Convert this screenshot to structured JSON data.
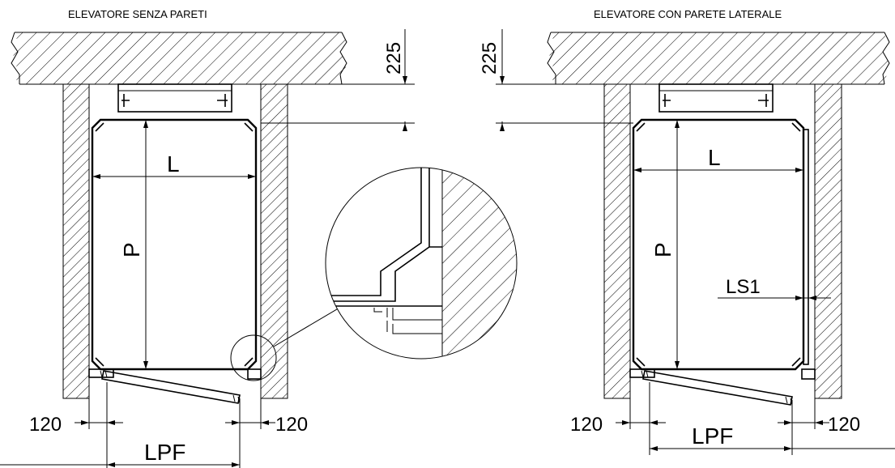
{
  "titles": {
    "left": "ELEVATORE SENZA PARETI",
    "right": "ELEVATORE CON PARETE LATERALE"
  },
  "left_view": {
    "dim_top": "225",
    "dim_width": "L",
    "dim_depth": "P",
    "dim_side_left": "120",
    "dim_side_right": "120",
    "dim_door": "LPF"
  },
  "right_view": {
    "dim_top": "225",
    "dim_width": "L",
    "dim_depth": "P",
    "dim_side_wall": "LS1",
    "dim_side_left": "120",
    "dim_side_right": "120",
    "dim_door": "LPF"
  }
}
